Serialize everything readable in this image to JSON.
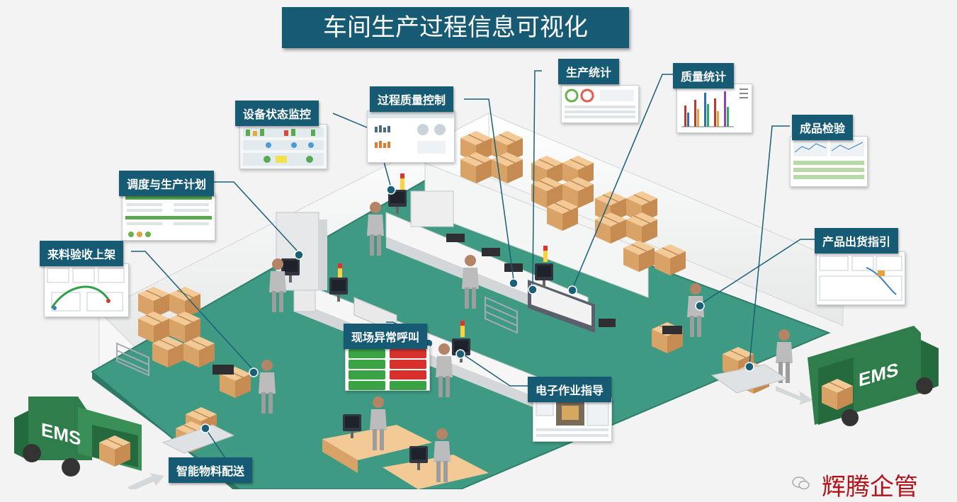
{
  "title": "车间生产过程信息可视化",
  "labels": {
    "equipment_monitor": "设备状态监控",
    "process_quality": "过程质量控制",
    "production_stats": "生产统计",
    "quality_stats": "质量统计",
    "finished_inspection": "成品检验",
    "scheduling": "调度与生产计划",
    "incoming_inspection": "来料验收上架",
    "shipping_guide": "产品出货指引",
    "andon_call": "现场异常呼叫",
    "work_instruction": "电子作业指导",
    "material_delivery": "智能物料配送"
  },
  "truck_text": "EMS",
  "watermark": "辉腾企管",
  "colors": {
    "label_bg": "#175a74",
    "floor": "#3f9a84",
    "wall": "#ffffff",
    "box": "#e8b57c",
    "leader": "#1a5f78",
    "truck": "#2e7d4a",
    "alarm_green": "#3aa346",
    "alarm_red": "#d8312c"
  }
}
